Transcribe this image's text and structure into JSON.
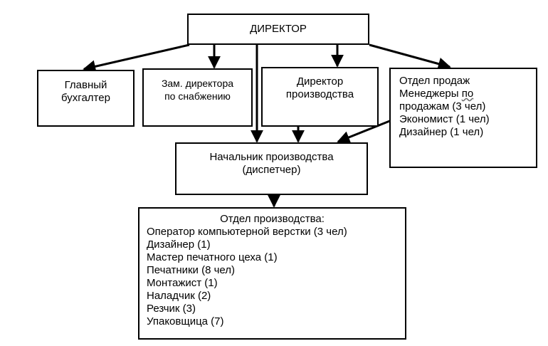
{
  "director": {
    "title": "ДИРЕКТОР"
  },
  "chief_accountant": {
    "line1": "Главный",
    "line2": "бухгалтер"
  },
  "deputy_supply": {
    "line1": "Зам. директора",
    "line2": "по снабжению"
  },
  "production_director": {
    "line1": "Директор",
    "line2": "производства"
  },
  "sales_department": {
    "title": "Отдел продаж",
    "managers_a": "Менеджеры ",
    "managers_b": "по",
    "managers_line2": "продажам (3 чел)",
    "economist": "Экономист (1 чел)",
    "designer": "Дизайнер (1 чел)"
  },
  "production_chief": {
    "line1": "Начальник производства",
    "line2": "(диспетчер)"
  },
  "production_department": {
    "title": "Отдел производства:",
    "staff": [
      "Оператор компьютерной верстки (3 чел)",
      "Дизайнер (1)",
      "Мастер печатного цеха (1)",
      "Печатники (8 чел)",
      "Монтажист (1)",
      "Наладчик (2)",
      "Резчик (3)",
      "Упаковщица (7)"
    ]
  }
}
